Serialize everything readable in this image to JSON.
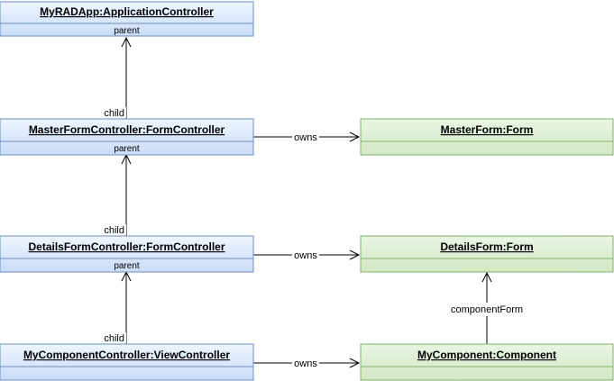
{
  "colors": {
    "controller_fill_top": "#eef5ff",
    "controller_fill_bottom": "#c9dcf7",
    "controller_stroke": "#6c8ebf",
    "form_fill_top": "#e9f5e3",
    "form_fill_bottom": "#d2e8c4",
    "form_stroke": "#82b366",
    "edge": "#000000"
  },
  "nodes": {
    "app_controller": {
      "title": "MyRADApp:ApplicationController",
      "sub": "parent"
    },
    "master_controller": {
      "title": "MasterFormController:FormController",
      "sub": "parent"
    },
    "details_controller": {
      "title": "DetailsFormController:FormController",
      "sub": "parent"
    },
    "component_controller": {
      "title": "MyComponentController:ViewController"
    },
    "master_form": {
      "title": "MasterForm:Form"
    },
    "details_form": {
      "title": "DetailsForm:Form"
    },
    "component": {
      "title": "MyComponent:Component"
    }
  },
  "edges": {
    "master_child": "child",
    "details_child": "child",
    "component_child": "child",
    "owns_master": "owns",
    "owns_details": "owns",
    "owns_component": "owns",
    "component_form": "componentForm"
  }
}
